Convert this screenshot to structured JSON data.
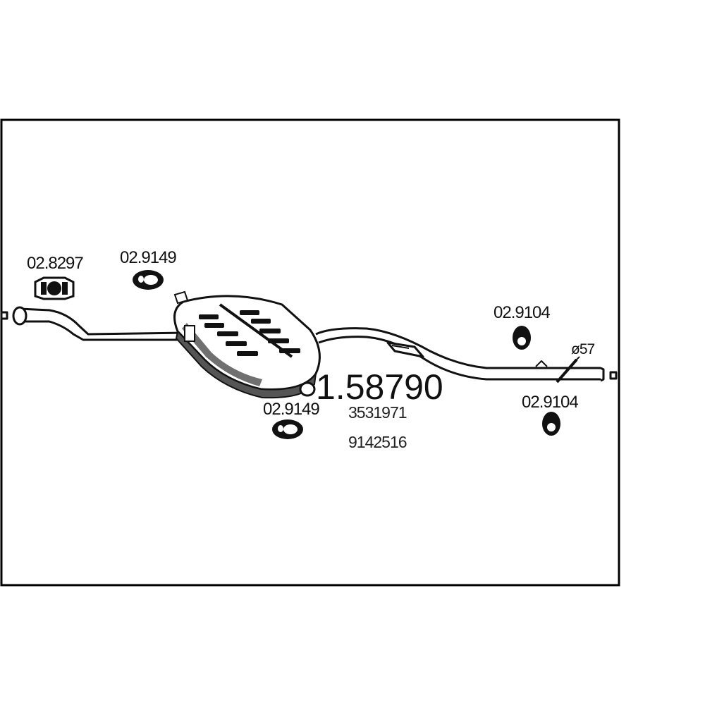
{
  "diagram": {
    "main_part_number": "1.58790",
    "oe_refs": [
      "3531971",
      "9142516"
    ],
    "part_labels": {
      "clamp_left": "02.8297",
      "hanger_top": "02.9149",
      "hanger_bottom": "02.9149",
      "rubber_right_top": "02.9104",
      "rubber_right_bottom": "02.9104"
    },
    "diameter_label": "ø57"
  },
  "colors": {
    "ink": "#111111",
    "frame": "#000000",
    "paper": "#ffffff",
    "muffler_shade": "#555555"
  }
}
